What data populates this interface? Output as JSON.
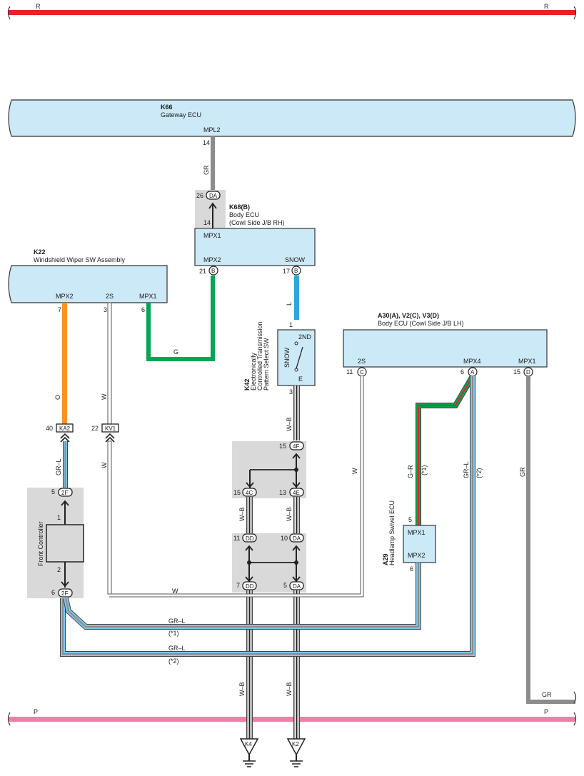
{
  "power_rails": {
    "top": {
      "left_label": "R",
      "right_label": "R",
      "color": "#e2242b"
    },
    "bottom": {
      "left_label": "P",
      "right_label": "P",
      "color": "#ee7fa9"
    }
  },
  "components": {
    "gateway": {
      "code": "K66",
      "name": "Gateway ECU",
      "terminal": "MPL2",
      "pin": "14"
    },
    "body_ecu_rh": {
      "code": "K68(B)",
      "name": "Body ECU",
      "location": "(Cowl Side J/B RH)",
      "term_mpx1": "MPX1",
      "pin_mpx1": "14",
      "term_mpx2": "MPX2",
      "pin_mpx2": "21",
      "term_snow": "SNOW",
      "pin_snow": "17",
      "connector": "B"
    },
    "wiper": {
      "code": "K22",
      "name": "Windshield Wiper SW Assembly",
      "term_mpx2": "MPX2",
      "pin_mpx2": "7",
      "term_2s": "2S",
      "pin_2s": "3",
      "term_mpx1": "MPX1",
      "pin_mpx1": "6"
    },
    "pattern_sw": {
      "code": "K42",
      "line1": "Electronically",
      "line2": "Controlled Transmission",
      "line3": "Pattern Select SW",
      "term_2nd": "2ND",
      "term_e": "E",
      "pos_snow": "SNOW",
      "pin_top": "1",
      "pin_bottom": "3"
    },
    "body_ecu_lh": {
      "code": "A30(A), V2(C), V3(D)",
      "name": "Body ECU (Cowl Side J/B LH)",
      "term_2s": "2S",
      "pin_2s": "11",
      "conn_2s": "C",
      "term_mpx4": "MPX4",
      "pin_mpx4": "6",
      "conn_mpx4": "A",
      "term_mpx1": "MPX1",
      "pin_mpx1": "15",
      "conn_mpx1": "D"
    },
    "headlamp": {
      "code": "A29",
      "name": "Headlamp Swivel ECU",
      "term_mpx1": "MPX1",
      "pin_mpx1": "5",
      "term_mpx2": "MPX2",
      "pin_mpx2": "6"
    },
    "front_controller": {
      "name": "Front Controller",
      "pin_top": "1",
      "pin_bottom": "2"
    }
  },
  "connectors": {
    "da_top": {
      "label": "DA",
      "pin": "26"
    },
    "ka2": {
      "label": "KA2",
      "pin": "40"
    },
    "kv1": {
      "label": "KV1",
      "pin": "22"
    },
    "f2_top": {
      "label": "2F",
      "pin": "5"
    },
    "f2_bottom": {
      "label": "2F",
      "pin": "6"
    },
    "f4": {
      "label": "4F",
      "pin": "15"
    },
    "c4": {
      "label": "4C",
      "pin": "15"
    },
    "e4": {
      "label": "4E",
      "pin": "13"
    },
    "dd_top": {
      "label": "DD",
      "pin": "11"
    },
    "da_mid": {
      "label": "DA",
      "pin": "10"
    },
    "dd_bottom": {
      "label": "DD",
      "pin": "7"
    },
    "da_bottom": {
      "label": "DA",
      "pin": "5"
    }
  },
  "wire_labels": {
    "gr_gateway": "GR",
    "l_snow": "L",
    "g_mpx1": "G",
    "o_mpx2": "O",
    "w_2s": "W",
    "w_kv1": "W",
    "grl_ka2": "GR–L",
    "wb_k42": "W–B",
    "wb_4c": "W–B",
    "wb_4e": "W–B",
    "w_2s_right": "W",
    "gr_mpx4": "G–R",
    "note1": "(*1)",
    "grl_mpx4": "GR–L",
    "note2": "(*2)",
    "gr_mpx1": "GR",
    "w_bottom": "W",
    "grl_bottom1": "GR–L",
    "note_bottom1": "(*1)",
    "grl_bottom2": "GR–L",
    "note_bottom2": "(*2)",
    "wb_dd": "W–B",
    "wb_da": "W–B",
    "gr_rail": "GR"
  },
  "grounds": {
    "k4": "K4",
    "k2": "K2"
  },
  "colors": {
    "ecu_fill": "#cce9f7",
    "junction_fill": "#d9d9d9",
    "gray_wire": "#8c8c8c",
    "green_wire": "#00a651",
    "orange_wire": "#f7941d",
    "blue_wire": "#29a8e0",
    "light_blue_wire": "#7fc6ea",
    "red_wire": "#e2242b"
  }
}
